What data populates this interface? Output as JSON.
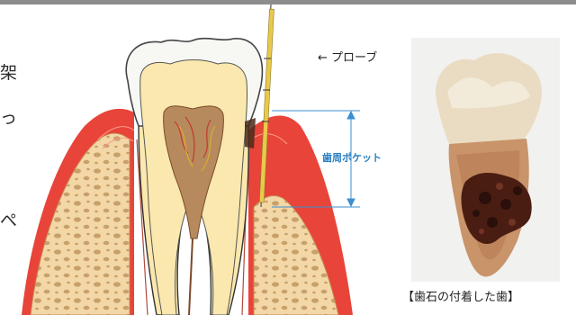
{
  "edge_chars": [
    "架",
    "っ",
    "ぺ"
  ],
  "diagram": {
    "probe_label": "← プローブ",
    "pocket_label": "歯周ポケット"
  },
  "photo": {
    "caption": "【歯石の付着した歯】"
  },
  "colors": {
    "gum": "#e8443a",
    "bone": "#f3d7a6",
    "enamel": "#f7f7f4",
    "dentin": "#fbe8ae",
    "pulp": "#b78a5e",
    "probe": "#e9c94a",
    "pocket_marker": "#3b8ed0",
    "tartar": "#4a1d13"
  }
}
